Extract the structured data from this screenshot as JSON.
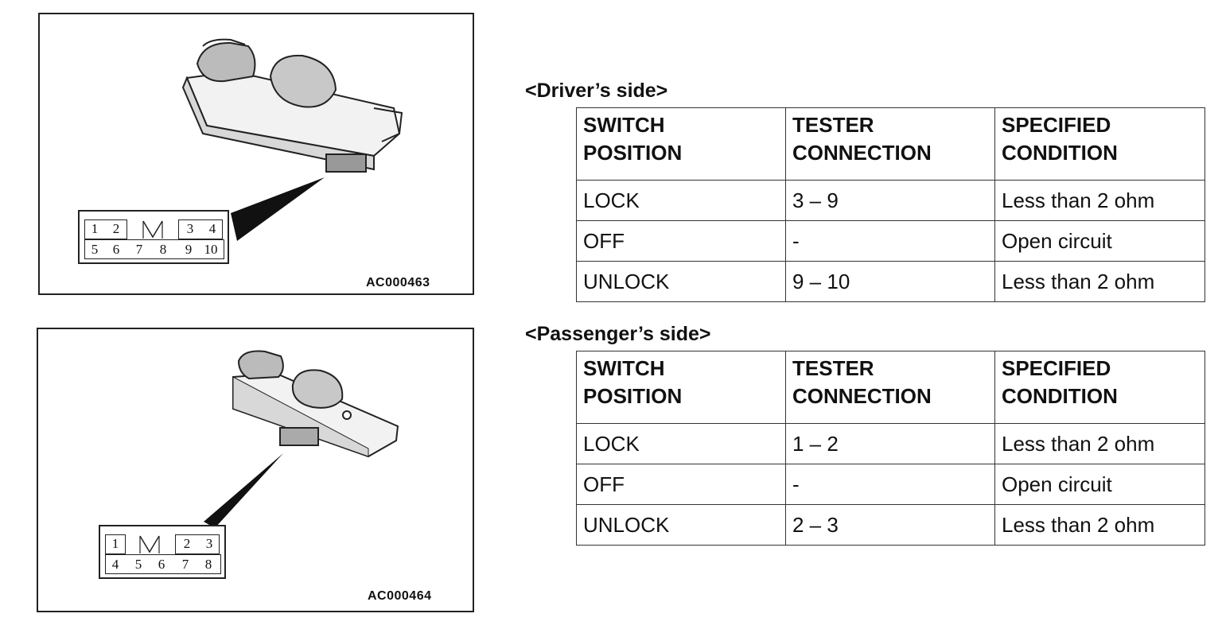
{
  "figures": [
    {
      "code": "AC000463",
      "connector": {
        "top_row": [
          "1",
          "2",
          "",
          "3",
          "4"
        ],
        "bottom_row": [
          "5",
          "6",
          "7",
          "8",
          "9",
          "10"
        ]
      }
    },
    {
      "code": "AC000464",
      "connector": {
        "top_row": [
          "1",
          "",
          "2",
          "3"
        ],
        "bottom_row": [
          "4",
          "5",
          "6",
          "7",
          "8"
        ]
      }
    }
  ],
  "tables": [
    {
      "title": "<Driver’s side>",
      "header": {
        "col1_line1": "SWITCH",
        "col1_line2": "POSITION",
        "col2_line1": "TESTER",
        "col2_line2": "CONNECTION",
        "col3_line1": "SPECIFIED",
        "col3_line2": "CONDITION"
      },
      "rows": [
        {
          "position": "LOCK",
          "connection": "3 – 9",
          "condition": "Less than 2 ohm"
        },
        {
          "position": "OFF",
          "connection": "-",
          "condition": "Open circuit"
        },
        {
          "position": "UNLOCK",
          "connection": "9 – 10",
          "condition": "Less than 2 ohm"
        }
      ]
    },
    {
      "title": "<Passenger’s side>",
      "header": {
        "col1_line1": "SWITCH",
        "col1_line2": "POSITION",
        "col2_line1": "TESTER",
        "col2_line2": "CONNECTION",
        "col3_line1": "SPECIFIED",
        "col3_line2": "CONDITION"
      },
      "rows": [
        {
          "position": "LOCK",
          "connection": "1 – 2",
          "condition": "Less than 2 ohm"
        },
        {
          "position": "OFF",
          "connection": "-",
          "condition": "Open circuit"
        },
        {
          "position": "UNLOCK",
          "connection": "2 – 3",
          "condition": "Less than 2 ohm"
        }
      ]
    }
  ]
}
